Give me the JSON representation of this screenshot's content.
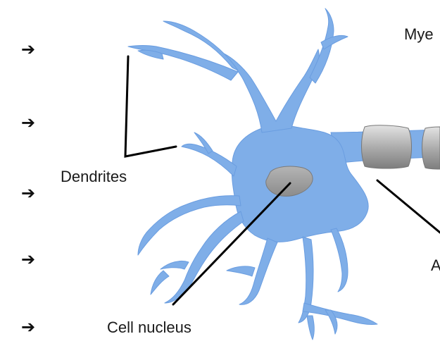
{
  "labels": {
    "dendrites": "Dendrites",
    "cell_nucleus": "Cell nucleus",
    "myelin_partial": "Mye",
    "axon_partial": "A"
  },
  "arrows": {
    "glyph": "➔",
    "count": 5
  },
  "colors": {
    "cell_body": "#7faee8",
    "cell_body_edge": "#5b8fd6",
    "nucleus": "#9c9c9c",
    "myelin_light": "#d9d9d9",
    "myelin_dark": "#8a8a8a",
    "pointer_line": "#000000"
  }
}
